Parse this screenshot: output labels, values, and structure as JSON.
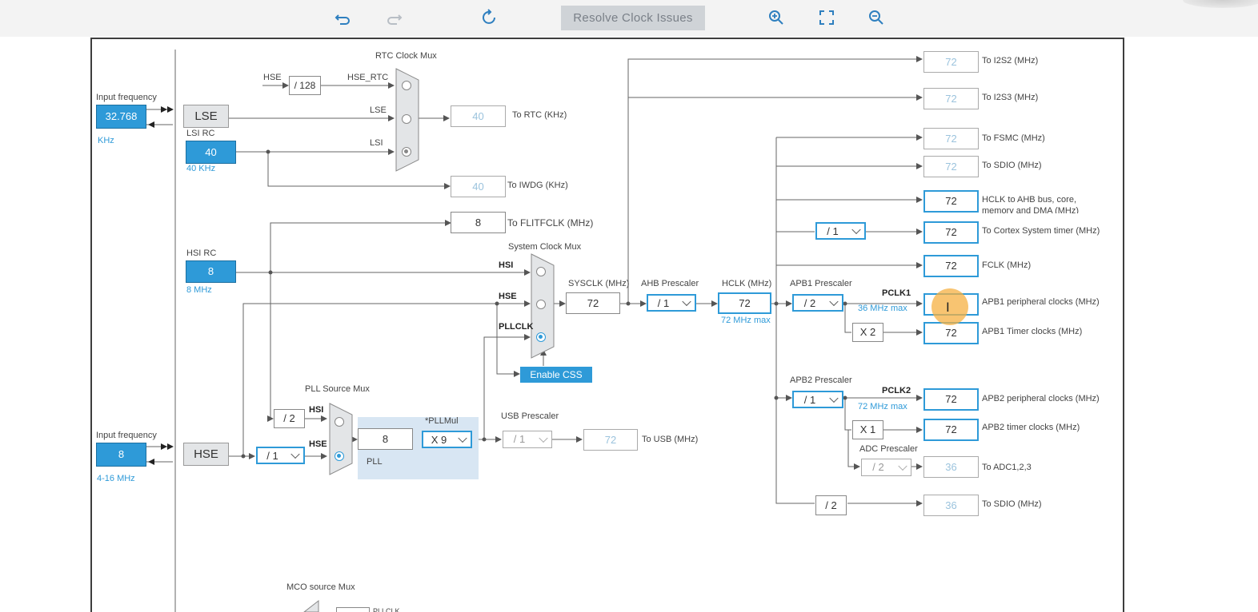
{
  "toolbar": {
    "resolve_label": "Resolve Clock Issues"
  },
  "colors": {
    "accent": "#2e9ad8",
    "pll_bg": "#d8e6f3",
    "cursor": "#f5b041"
  },
  "lse": {
    "input_freq_label": "Input frequency",
    "input_value": "32.768",
    "unit": "KHz",
    "label": "LSE"
  },
  "lsi": {
    "label": "LSI RC",
    "value": "40",
    "sub": "40 KHz"
  },
  "hsi": {
    "label": "HSI RC",
    "value": "8",
    "sub": "8 MHz"
  },
  "hse": {
    "input_freq_label": "Input frequency",
    "input_value": "8",
    "range": "4-16 MHz",
    "label": "HSE"
  },
  "rtc": {
    "mux_label": "RTC Clock Mux",
    "hse_label": "HSE",
    "div128": "/ 128",
    "hse_rtc": "HSE_RTC",
    "lse_label": "LSE",
    "lsi_label": "LSI",
    "rtc_value": "40",
    "rtc_to": "To RTC (KHz)",
    "iwdg_value": "40",
    "iwdg_to": "To IWDG (KHz)"
  },
  "flit": {
    "value": "8",
    "to": "To FLITFCLK (MHz)"
  },
  "sysmux": {
    "label": "System Clock Mux",
    "hsi": "HSI",
    "hse": "HSE",
    "pllclk": "PLLCLK",
    "enable_css": "Enable CSS"
  },
  "sysclk": {
    "label": "SYSCLK (MHz)",
    "value": "72"
  },
  "ahb": {
    "label": "AHB Prescaler",
    "value": "/ 1"
  },
  "hclk": {
    "label": "HCLK (MHz)",
    "value": "72",
    "max": "72 MHz max"
  },
  "apb1": {
    "label": "APB1 Prescaler",
    "value": "/ 2",
    "pclk": "PCLK1",
    "max": "36 MHz max",
    "x2": "X 2"
  },
  "apb2": {
    "label": "APB2 Prescaler",
    "value": "/ 1",
    "pclk": "PCLK2",
    "max": "72 MHz max",
    "x1": "X 1"
  },
  "adc": {
    "label": "ADC Prescaler",
    "value": "/ 2"
  },
  "cortex": {
    "value": "/ 1"
  },
  "sdio_div": "/ 2",
  "pll": {
    "src_mux_label": "PLL Source Mux",
    "div2": "/ 2",
    "hsi": "HSI",
    "hse": "HSE",
    "hse_div": "/ 1",
    "value": "8",
    "label": "PLL",
    "mul_label": "*PLLMul",
    "mul_value": "X 9"
  },
  "usb": {
    "label": "USB Prescaler",
    "value": "/ 1",
    "out": "72",
    "to": "To USB (MHz)"
  },
  "outputs": [
    {
      "value": "72",
      "label": "To I2S2 (MHz)"
    },
    {
      "value": "72",
      "label": "To I2S3 (MHz)"
    },
    {
      "value": "72",
      "label": "To FSMC (MHz)"
    },
    {
      "value": "72",
      "label": "To SDIO (MHz)"
    },
    {
      "value": "72",
      "label": "HCLK to AHB bus, core, memory and DMA (MHz)"
    },
    {
      "value": "72",
      "label": "To Cortex System timer (MHz)"
    },
    {
      "value": "72",
      "label": "FCLK (MHz)"
    },
    {
      "value": "",
      "label": "APB1 peripheral clocks (MHz)"
    },
    {
      "value": "72",
      "label": "APB1 Timer clocks (MHz)"
    },
    {
      "value": "72",
      "label": "APB2 peripheral clocks (MHz)"
    },
    {
      "value": "72",
      "label": "APB2 timer clocks (MHz)"
    },
    {
      "value": "36",
      "label": "To ADC1,2,3"
    },
    {
      "value": "36",
      "label": "To SDIO (MHz)"
    }
  ],
  "mco": {
    "label": "MCO source Mux",
    "pllclk": "PLLCLK"
  }
}
